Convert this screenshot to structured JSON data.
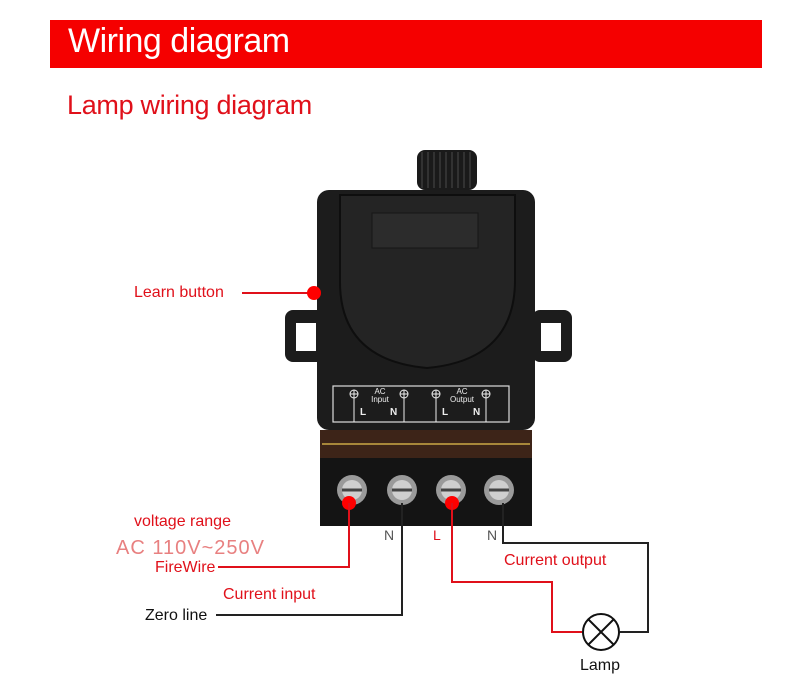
{
  "header": {
    "title": "Wiring diagram",
    "banner_color": "#f50000"
  },
  "subtitle": "Lamp wiring diagram",
  "device": {
    "panel": {
      "input": {
        "label_top": "AC",
        "label_bottom": "Input",
        "terminals": [
          "L",
          "N"
        ]
      },
      "output": {
        "label_top": "AC",
        "label_bottom": "Output",
        "terminals": [
          "L",
          "N"
        ]
      }
    }
  },
  "annotations": {
    "learn_button": "Learn button",
    "voltage_range_title": "voltage range",
    "voltage_range_value": "AC 110V~250V",
    "fire_wire": "FireWire",
    "current_input": "Current input",
    "zero_line": "Zero line",
    "current_output": "Current output",
    "lamp": "Lamp"
  },
  "terminal_labels": {
    "in_n": "N",
    "out_l": "L",
    "out_n": "N"
  },
  "colors": {
    "live_wire": "#e0101a",
    "neutral_wire": "#222222",
    "device_body": "#1c1c1c"
  }
}
